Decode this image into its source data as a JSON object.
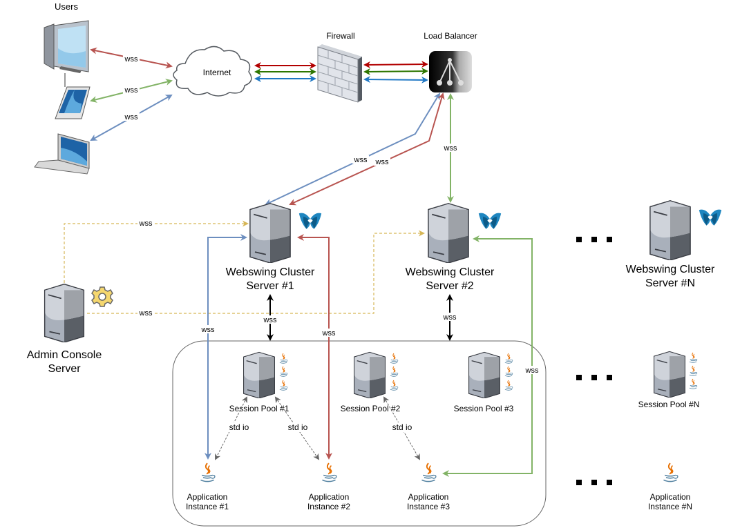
{
  "title": "Webswing Cluster Architecture",
  "colors": {
    "red": "#b85450",
    "green": "#82b366",
    "blue": "#6c8ebf",
    "dark_red": "#b20000",
    "dark_green": "#2d7600",
    "dark_blue": "#1f77c4",
    "admin_dashed": "#d6b656",
    "black": "#000000",
    "gray": "#666666"
  },
  "users": {
    "label": "Users",
    "devices": [
      {
        "name": "desktop",
        "link_label": "wss"
      },
      {
        "name": "tablet",
        "link_label": "wss"
      },
      {
        "name": "laptop",
        "link_label": "wss"
      }
    ]
  },
  "internet": {
    "label": "Internet"
  },
  "firewall": {
    "label": "Firewall"
  },
  "load_balancer": {
    "label": "Load Balancer"
  },
  "lb_links": {
    "to_server1_blue": "wss",
    "to_server1_red": "wss",
    "to_server2_green": "wss"
  },
  "admin": {
    "label_line1": "Admin Console",
    "label_line2": "Server",
    "link_to_server1": "wss",
    "link_to_server2": "wss"
  },
  "cluster_servers": [
    {
      "line1": "Webswing Cluster",
      "line2": "Server #1",
      "pool_link": "wss"
    },
    {
      "line1": "Webswing Cluster",
      "line2": "Server #2",
      "pool_link": "wss"
    },
    {
      "line1": "Webswing Cluster",
      "line2": "Server #N"
    }
  ],
  "server_to_instance_links": {
    "blue": "wss",
    "red": "wss",
    "green": "wss"
  },
  "session_pools": [
    {
      "label": "Session Pool #1"
    },
    {
      "label": "Session Pool #2"
    },
    {
      "label": "Session Pool #3"
    },
    {
      "label": "Session Pool #N"
    }
  ],
  "std_io_label": "std io",
  "app_instances": [
    {
      "line1": "Application",
      "line2": "Instance #1"
    },
    {
      "line1": "Application",
      "line2": "Instance #2"
    },
    {
      "line1": "Application",
      "line2": "Instance #3"
    },
    {
      "line1": "Application",
      "line2": "Instance #N"
    }
  ],
  "ellipsis": "..."
}
